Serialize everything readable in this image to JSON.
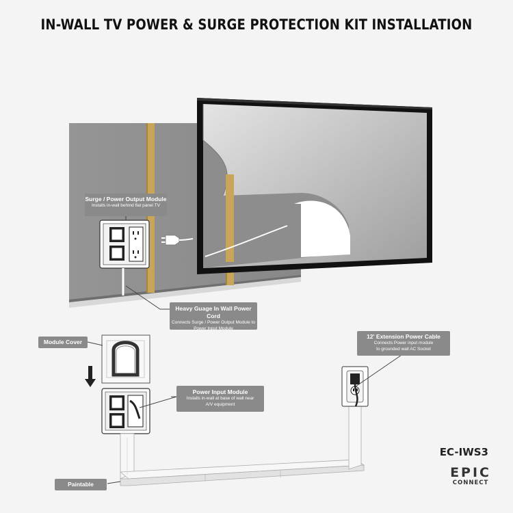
{
  "title": "IN-WALL TV POWER & SURGE PROTECTION KIT INSTALLATION",
  "callouts": {
    "surge_module": {
      "heading": "Surge / Power Output Module",
      "sub": "Installs in-wall behind flat panel TV"
    },
    "power_cord": {
      "heading": "Heavy Guage In Wall Power Cord",
      "sub_line1": "Connects Surge / Power Output Module to",
      "sub_line2": "Power Input Module"
    },
    "module_cover": {
      "heading": "Module Cover"
    },
    "extension_cable": {
      "heading": "12' Extension Power Cable",
      "sub_line1": "Connects Power input module",
      "sub_line2": "to grounded wall AC Socket"
    },
    "power_input": {
      "heading": "Power Input Module",
      "sub_line1": "Installs in-wall at base of wall near",
      "sub_line2": "A/V equipment"
    },
    "paintable": {
      "heading": "Paintable"
    }
  },
  "model": "EC-IWS3",
  "brand": {
    "line1": "EPIC",
    "line2": "CONNECT"
  },
  "colors": {
    "wall": "#8d8d8d",
    "stud": "#c9a55a",
    "callout": "#8a8a8a",
    "tv_frame": "#111111"
  },
  "icons": [
    "down-arrow-icon",
    "plug-icon",
    "wall-outlet-icon"
  ]
}
